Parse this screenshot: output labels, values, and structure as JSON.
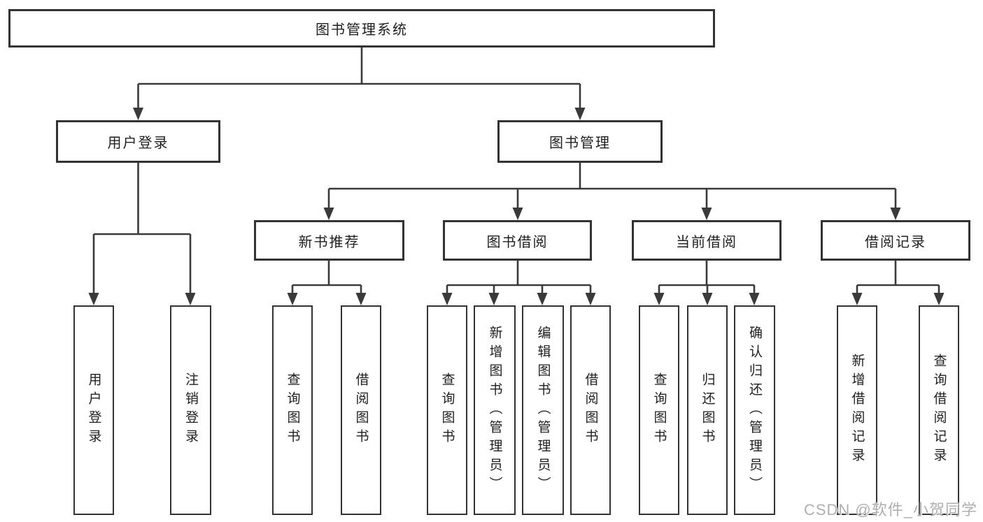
{
  "diagram": {
    "title": "图书管理系统",
    "root": {
      "label": "图书管理系统"
    },
    "branches": [
      {
        "label": "用户登录",
        "children": [
          {
            "label": "用户登录"
          },
          {
            "label": "注销登录"
          }
        ]
      },
      {
        "label": "图书管理",
        "children": [
          {
            "label": "新书推荐",
            "children": [
              {
                "label": "查询图书"
              },
              {
                "label": "借阅图书"
              }
            ]
          },
          {
            "label": "图书借阅",
            "children": [
              {
                "label": "查询图书"
              },
              {
                "label": "新增图书（管理员）"
              },
              {
                "label": "编辑图书（管理员）"
              },
              {
                "label": "借阅图书"
              }
            ]
          },
          {
            "label": "当前借阅",
            "children": [
              {
                "label": "查询图书"
              },
              {
                "label": "归还图书"
              },
              {
                "label": "确认归还（管理员）"
              }
            ]
          },
          {
            "label": "借阅记录",
            "children": [
              {
                "label": "新增借阅记录"
              },
              {
                "label": "查询借阅记录"
              }
            ]
          }
        ]
      }
    ]
  },
  "watermark": {
    "text": "CSDN @软件_小贺同学"
  },
  "colors": {
    "line": "#3a3a3a",
    "box_border": "#333333",
    "text": "#1f1f1f",
    "background": "#ffffff",
    "watermark": "#a8a8a8"
  }
}
